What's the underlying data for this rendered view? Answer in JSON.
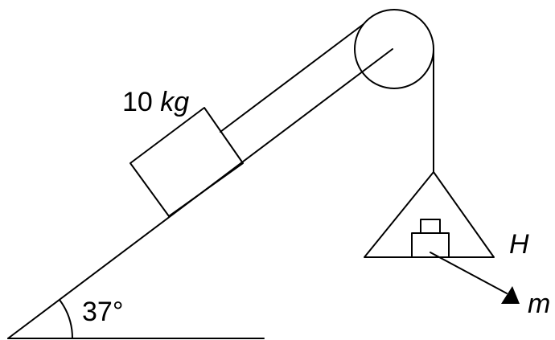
{
  "labels": {
    "mass_value": "10",
    "mass_unit": "kg",
    "angle": "37°",
    "hanger": "H",
    "small_mass": "m"
  },
  "colors": {
    "ink": "#000000",
    "background": "#ffffff"
  }
}
